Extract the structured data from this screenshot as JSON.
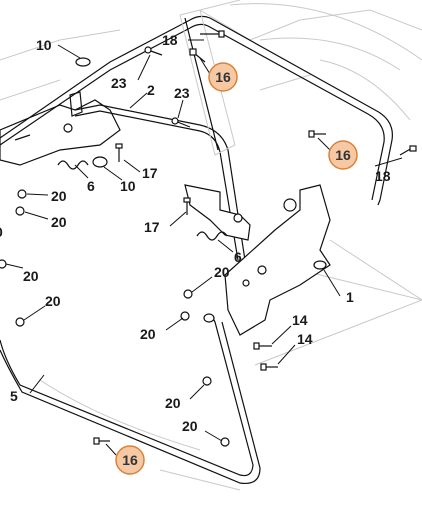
{
  "colors": {
    "callout_fill": "#f6c9a4",
    "callout_stroke": "#d9823a",
    "ghost_lines": "#c9c9c9",
    "line": "#111111"
  },
  "callouts": [
    {
      "id": "c1",
      "text": "10"
    },
    {
      "id": "c2",
      "text": "18"
    },
    {
      "id": "c3",
      "text": "23"
    },
    {
      "id": "c4",
      "text": "2"
    },
    {
      "id": "c5",
      "text": "23"
    },
    {
      "id": "c6",
      "text": "6"
    },
    {
      "id": "c7",
      "text": "10"
    },
    {
      "id": "c8",
      "text": "17"
    },
    {
      "id": "c9",
      "text": "20"
    },
    {
      "id": "c10",
      "text": "20"
    },
    {
      "id": "c11",
      "text": "0"
    },
    {
      "id": "c12",
      "text": "20"
    },
    {
      "id": "c13",
      "text": "20"
    },
    {
      "id": "c14",
      "text": "18"
    },
    {
      "id": "c15",
      "text": "17"
    },
    {
      "id": "c16",
      "text": "6"
    },
    {
      "id": "c17",
      "text": "20"
    },
    {
      "id": "c18",
      "text": "1"
    },
    {
      "id": "c19",
      "text": "14"
    },
    {
      "id": "c20",
      "text": "14"
    },
    {
      "id": "c21",
      "text": "20"
    },
    {
      "id": "c22",
      "text": "5"
    },
    {
      "id": "c23",
      "text": "20"
    },
    {
      "id": "c24",
      "text": "20"
    }
  ],
  "highlighted_callouts": [
    {
      "id": "h1",
      "text": "16"
    },
    {
      "id": "h2",
      "text": "16"
    },
    {
      "id": "h3",
      "text": "16"
    }
  ]
}
